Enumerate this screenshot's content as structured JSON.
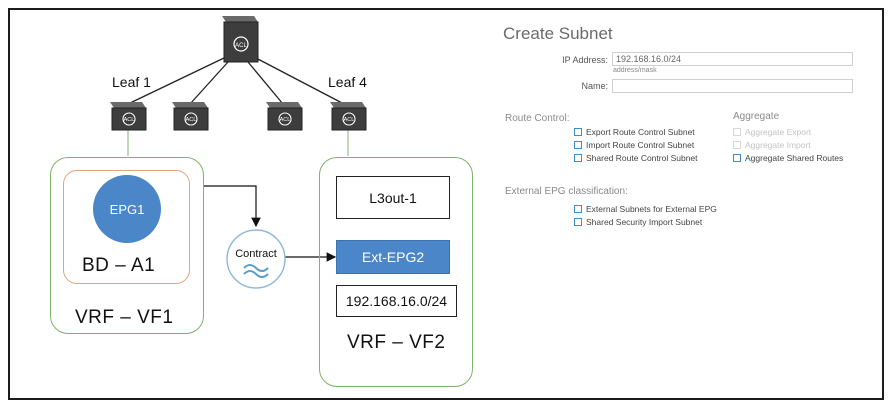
{
  "diagram": {
    "leaf_left_label": "Leaf 1",
    "leaf_right_label": "Leaf 4",
    "switch_label": "ACL",
    "epg1_label": "EPG1",
    "bd_label": "BD – A1",
    "vrf_left_label": "VRF – VF1",
    "contract_label": "Contract",
    "l3out_label": "L3out-1",
    "ext_epg_label": "Ext-EPG2",
    "subnet_label": "192.168.16.0/24",
    "vrf_right_label": "VRF – VF2"
  },
  "form": {
    "title": "Create Subnet",
    "ip_label": "IP Address:",
    "ip_value": "192.168.16.0/24",
    "ip_hint": "address/mask",
    "name_label": "Name:",
    "name_value": "",
    "route_control_title": "Route Control:",
    "route_control_options": [
      "Export Route Control Subnet",
      "Import Route Control Subnet",
      "Shared Route Control Subnet"
    ],
    "aggregate_title": "Aggregate",
    "aggregate_options": [
      "Aggregate Export",
      "Aggregate Import",
      "Aggregate Shared Routes"
    ],
    "ext_epg_title": "External EPG classification:",
    "ext_epg_options": [
      "External Subnets for External EPG",
      "Shared Security Import Subnet"
    ]
  }
}
